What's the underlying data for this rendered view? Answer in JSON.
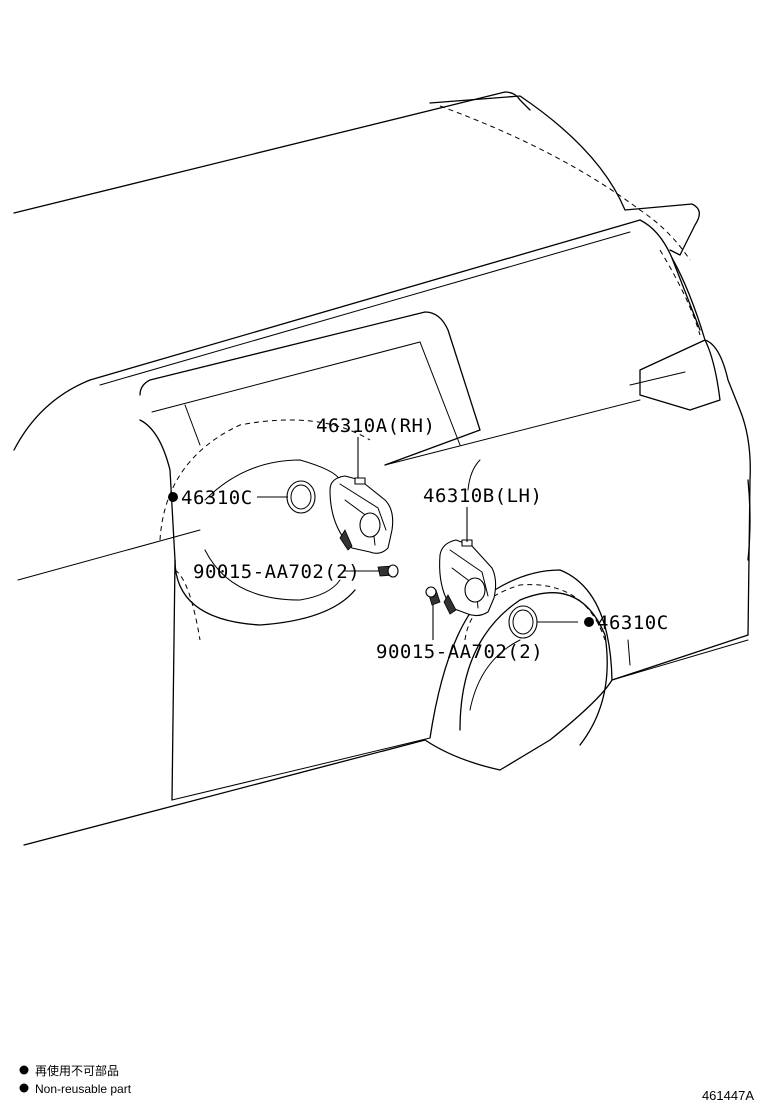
{
  "callouts": {
    "actuator_rh": "46310A(RH)",
    "actuator_lh": "46310B(LH)",
    "seal_left": "46310C",
    "seal_right": "46310C",
    "bolt_upper": "90015-AA702(2)",
    "bolt_lower": "90015-AA702(2)"
  },
  "legend": {
    "item_jp": "再使用不可部品",
    "item_en": "Non-reusable part",
    "marker": "filled-circle"
  },
  "diagram_ref": "461447A"
}
